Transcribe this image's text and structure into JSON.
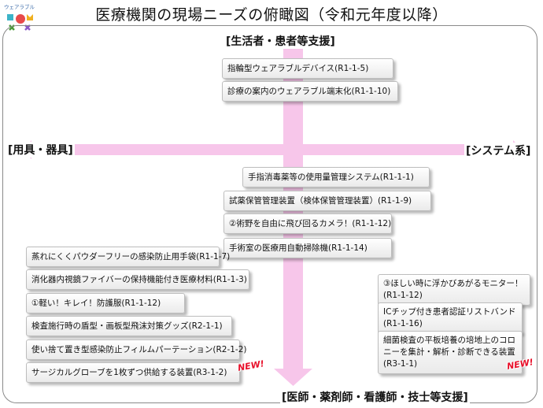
{
  "title": "医療機関の現場ニーズの俯瞰図（令和元年度以降）",
  "logo": {
    "text": "ウェアラブル"
  },
  "axes": {
    "top": "[生活者・患者等支援]",
    "bottom": "[医師・薬剤師・看護師・技士等支援]",
    "left": "[用具・器具]",
    "right": "[システム系]"
  },
  "colors": {
    "axis": "#f7c6ea",
    "new_badge": "#e8102a"
  },
  "cards_center": [
    "指輪型ウェアラブルデバイス(R1-1-5)",
    "診療の案内のウェアラブル端末化(R1-1-10)",
    "手指消毒薬等の使用量管理システム(R1-1-1)",
    "試薬保管管理装置（検体保管管理装置）(R1-1-9)",
    "②術野を自由に飛び回るカメラ！(R1-1-12)",
    "手術室の医療用自動掃除機(R1-1-14)"
  ],
  "cards_left": [
    "蒸れにくくパウダーフリーの感染防止用手袋(R1-1-7)",
    "消化器内視鏡ファイバーの保持機能付き医療材料(R1-1-3)",
    "①軽い！キレイ！防護服(R1-1-12)",
    "検査施行時の盾型・画板型飛沫対策グッズ(R2-1-1)",
    "使い捨て置き型感染防止フィルムパーテーション(R2-1-2)",
    "サージカルグローブを1枚ずつ供給する装置(R3-1-2)"
  ],
  "cards_right": [
    {
      "lines": [
        "③ほしい時に浮かびあがるモニター！",
        "(R1-1-12)"
      ]
    },
    {
      "lines": [
        "ICチップ付き患者認証リストバンド",
        "(R1-1-16)"
      ]
    },
    {
      "lines": [
        "細菌検査の平板培養の培地上のコロ",
        "ニーを集計・解析・診断できる装置",
        "(R3-1-1)"
      ]
    }
  ],
  "new_badge": "NEW!"
}
